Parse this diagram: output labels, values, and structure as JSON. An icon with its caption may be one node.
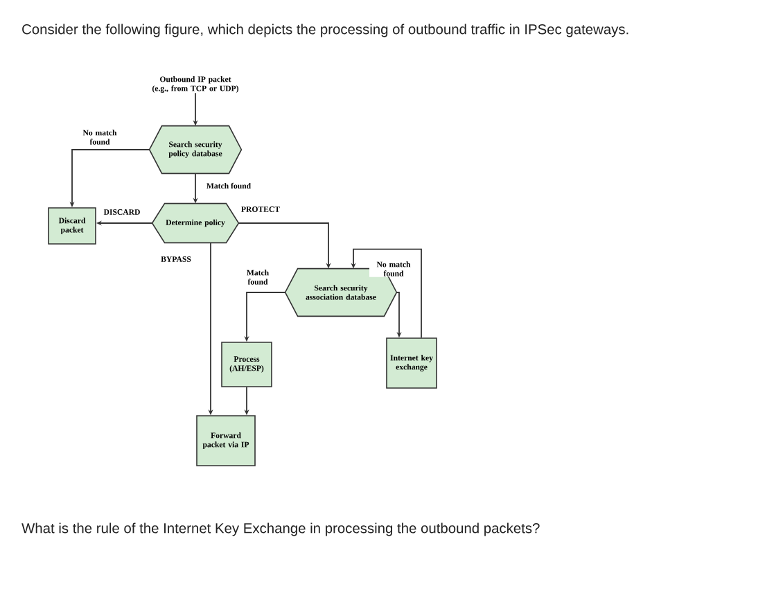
{
  "diagram": {
    "title": "Consider the following figure, which depicts the processing of outbound traffic in IPSec gateways.",
    "caption": "What is the rule of the Internet Key Exchange in processing the outbound packets?",
    "nodes": [
      {
        "text": [
          "Outbound IP packet (e.g., from TCP or UDP)"
        ]
      },
      {
        "text": [
          "Search security policy database"
        ]
      },
      {
        "text": [
          "Discard packet"
        ]
      },
      {
        "text": [
          "Determine policy"
        ]
      },
      {
        "text": [
          "Search security association database"
        ]
      },
      {
        "text": [
          "Process (AH/ESP)"
        ]
      },
      {
        "text": [
          "Internet key exchange"
        ]
      },
      {
        "text": [
          "Forward packet via IP"
        ]
      }
    ],
    "edges": [
      {
        "from": 0,
        "to": 1,
        "arrow": "to"
      },
      {
        "from": 1,
        "to": 2,
        "arrow": "to",
        "label": "No match found"
      },
      {
        "from": 1,
        "to": 3,
        "arrow": "to",
        "label": "Match found"
      },
      {
        "from": 3,
        "to": 2,
        "arrow": "to",
        "label": "DISCARD"
      },
      {
        "from": 3,
        "to": 4,
        "arrow": "to",
        "label": "PROTECT"
      },
      {
        "from": 3,
        "to": 7,
        "arrow": "to",
        "label": "BYPASS"
      },
      {
        "from": 4,
        "to": 5,
        "arrow": "to",
        "label": "Match found"
      },
      {
        "from": 4,
        "to": 6,
        "arrow": "to",
        "label": "No match found"
      },
      {
        "from": 6,
        "to": 4,
        "arrow": "to"
      },
      {
        "from": 5,
        "to": 7,
        "arrow": "to"
      }
    ]
  }
}
